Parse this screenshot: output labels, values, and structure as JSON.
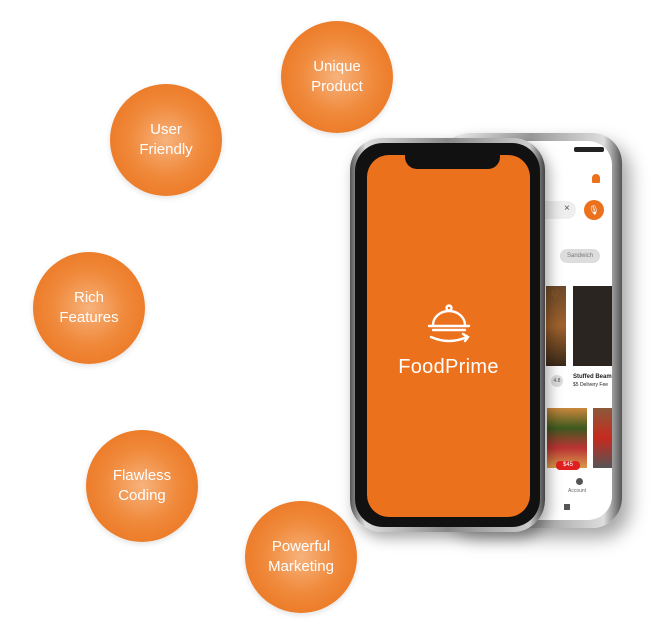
{
  "features": [
    {
      "line1": "Unique",
      "line2": "Product"
    },
    {
      "line1": "User",
      "line2": "Friendly"
    },
    {
      "line1": "Rich",
      "line2": "Features"
    },
    {
      "line1": "Flawless",
      "line2": "Coding"
    },
    {
      "line1": "Powerful",
      "line2": "Marketing"
    }
  ],
  "splash": {
    "brand": "FoodPrime",
    "background": "#ec711c"
  },
  "back_app": {
    "search_clear": "×",
    "chip": "Sandwich",
    "rating": "4.8",
    "restaurant_name": "Stuffed Beam",
    "delivery_fee": "$5 Delivery Fee",
    "price_badge": "$45",
    "nav_account": "Account"
  }
}
